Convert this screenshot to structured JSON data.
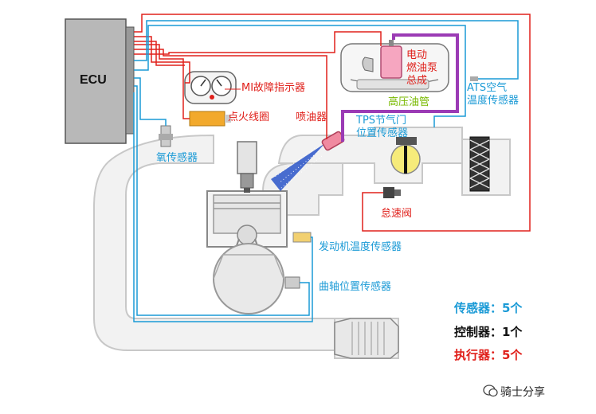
{
  "ecu": {
    "label": "ECU"
  },
  "labels": {
    "mi_indicator": "MI故障指示器",
    "ignition_coil": "点火线圈",
    "injector": "喷油器",
    "fuel_pump_line1": "电动",
    "fuel_pump_line2": "燃油泵",
    "fuel_pump_line3": "总成",
    "high_pressure_pipe": "高压油管",
    "tps_line1": "TPS节气门",
    "tps_line2": "位置传感器",
    "ats_line1": "ATS空气",
    "ats_line2": "温度传感器",
    "oxygen_sensor": "氧传感器",
    "idle_valve": "怠速阀",
    "engine_temp_sensor": "发动机温度传感器",
    "crank_position_sensor": "曲轴位置传感器"
  },
  "summary": [
    {
      "text": "传感器：5个",
      "color": "#1a9ad6"
    },
    {
      "text": "控制器：1个",
      "color": "#111111"
    },
    {
      "text": "执行器：5个",
      "color": "#e0201b"
    }
  ],
  "branding": {
    "text": "骑士分享"
  },
  "colors": {
    "sensor_wire": "#1a9ad6",
    "actuator_wire": "#e0201b",
    "fuel_pipe": "#9b3bb5",
    "duct": "#f2f2f2",
    "duct_outline": "#c8c8c8"
  }
}
